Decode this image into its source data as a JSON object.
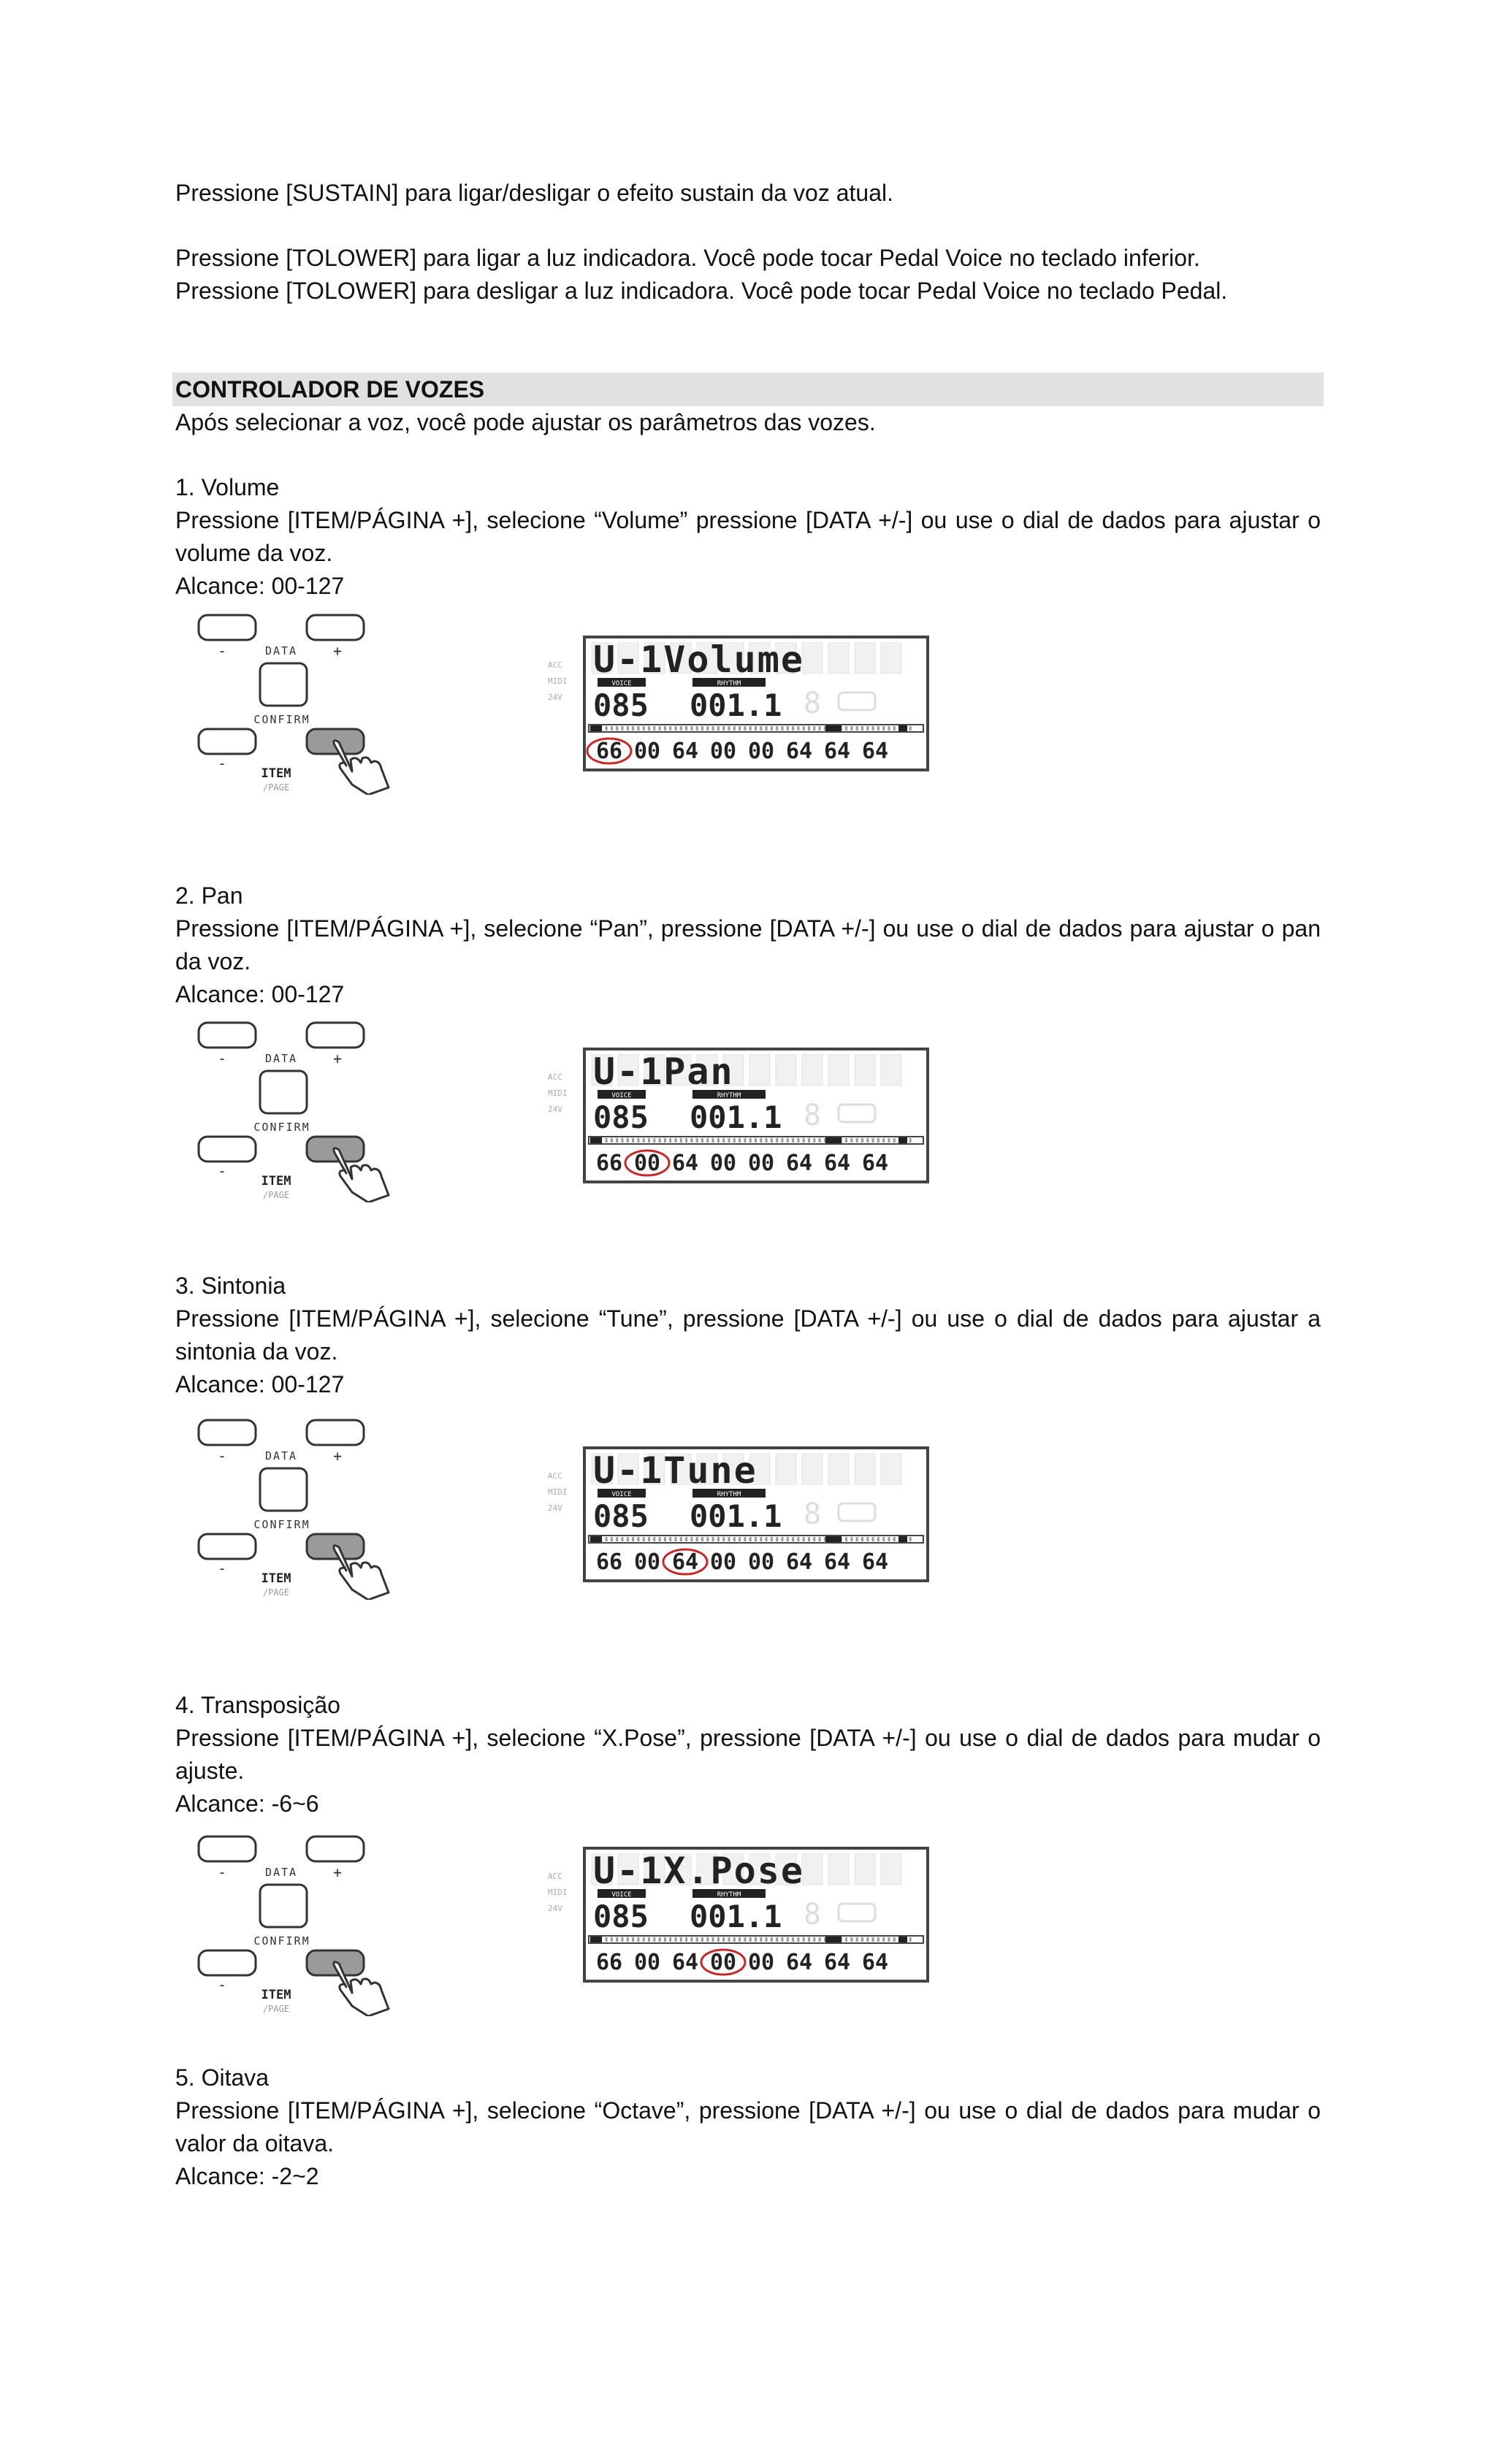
{
  "intro": {
    "line1": "Pressione [SUSTAIN] para ligar/desligar o efeito sustain da voz atual.",
    "line2": "Pressione [TOLOWER] para ligar a luz indicadora. Você pode tocar Pedal Voice no teclado inferior.",
    "line3": "Pressione [TOLOWER] para desligar a luz indicadora. Você pode tocar Pedal Voice no teclado Pedal."
  },
  "section": {
    "title": "CONTROLADOR DE VOZES",
    "lead": "Após selecionar a voz, você pode ajustar os parâmetros das vozes."
  },
  "panel_labels": {
    "data": "DATA",
    "confirm": "CONFIRM",
    "item": "ITEM",
    "page": "/PAGE",
    "minus": "-",
    "plus": "+"
  },
  "lcd_common": {
    "left_labels": [
      "ACC",
      "MIDI",
      "24V"
    ],
    "voice_label": "VOICE",
    "rhythm_label": "RHYTHM",
    "number": "085",
    "measure": "001.1",
    "values": [
      "66",
      "00",
      "64",
      "00",
      "00",
      "64",
      "64",
      "64"
    ]
  },
  "items": [
    {
      "heading": "1. Volume",
      "body": "Pressione [ITEM/PÁGINA +], selecione “Volume” pressione [DATA +/-] ou use o dial de dados para ajustar o volume da voz.",
      "range": "Alcance: 00-127",
      "lcd_name": "U-1Volume",
      "highlight_index": 0
    },
    {
      "heading": "2. Pan",
      "body": "Pressione [ITEM/PÁGINA +], selecione “Pan”, pressione [DATA +/-] ou use o dial de dados para ajustar o pan da voz.",
      "range": "Alcance: 00-127",
      "lcd_name": "U-1Pan",
      "highlight_index": 1
    },
    {
      "heading": "3. Sintonia",
      "body": "Pressione [ITEM/PÁGINA +], selecione “Tune”, pressione [DATA +/-] ou use o dial de dados para ajustar a sintonia da voz.",
      "range": "Alcance: 00-127",
      "lcd_name": "U-1Tune",
      "highlight_index": 2
    },
    {
      "heading": "4. Transposição",
      "body": "Pressione [ITEM/PÁGINA +], selecione “X.Pose”, pressione [DATA +/-] ou use o dial de dados para mudar o ajuste.",
      "range": "Alcance: -6~6",
      "lcd_name": "U-1X.Pose",
      "highlight_index": 3
    },
    {
      "heading": "5. Oitava",
      "body": "Pressione [ITEM/PÁGINA +], selecione “Octave”, pressione [DATA +/-] ou use o dial de dados para mudar o valor da oitava.",
      "range": "Alcance: -2~2"
    }
  ]
}
